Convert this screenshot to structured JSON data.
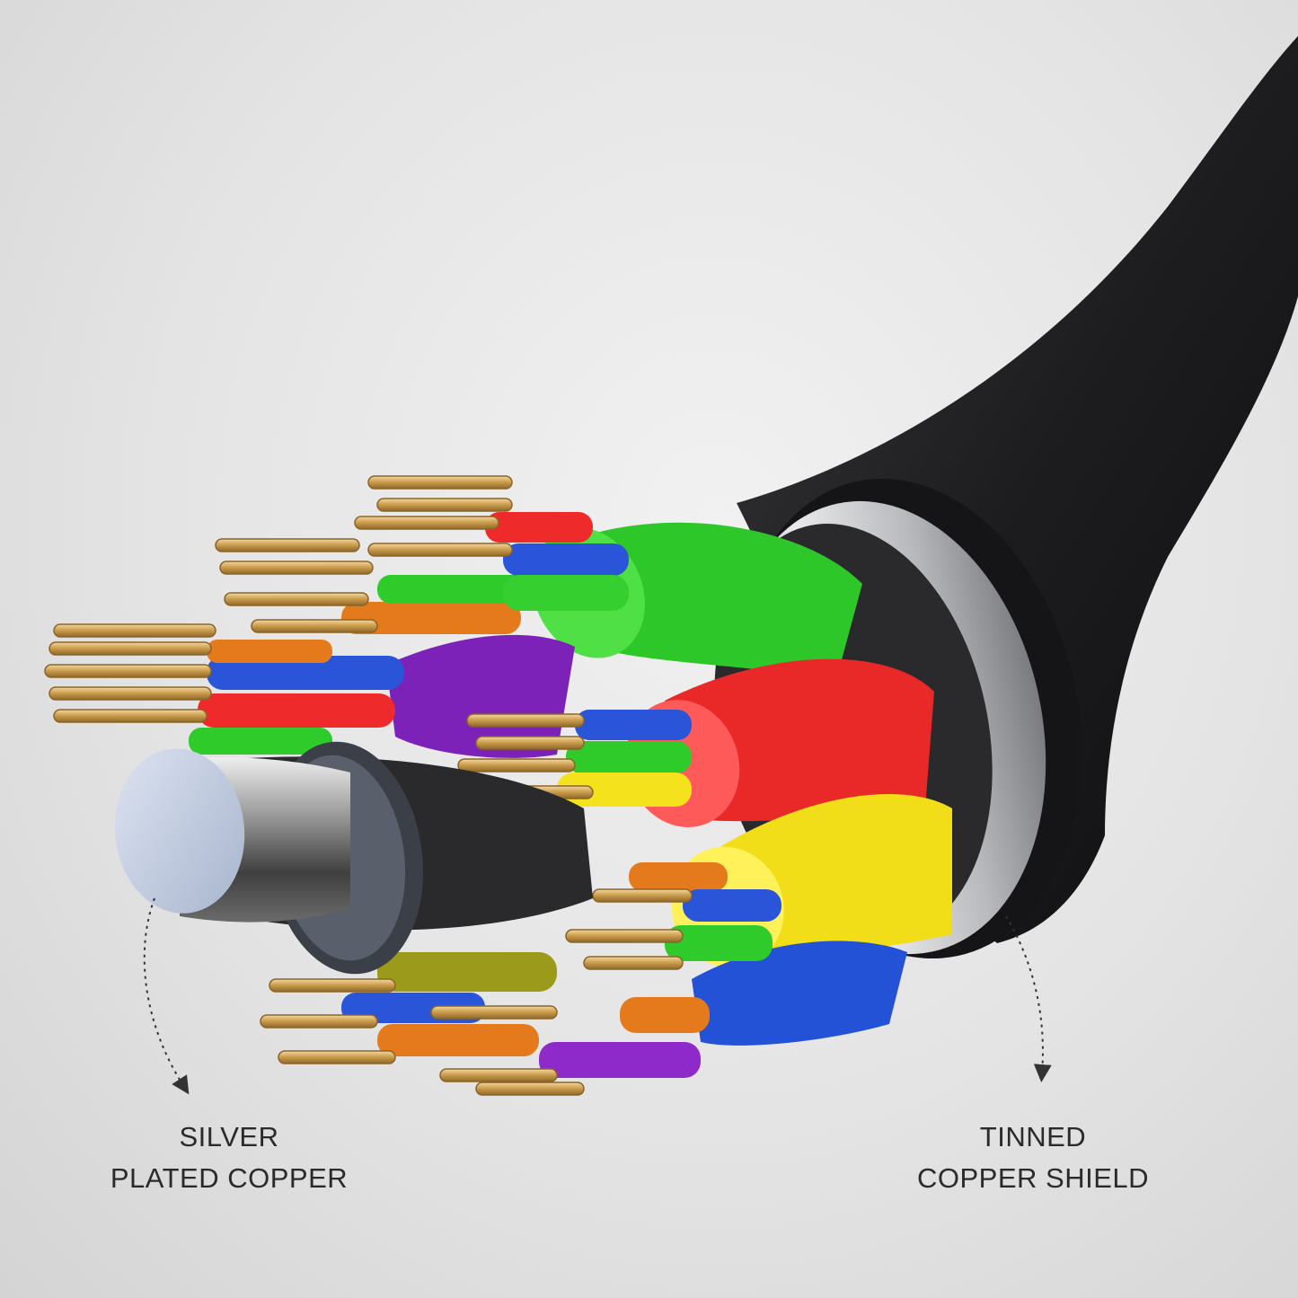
{
  "callouts": {
    "silver": {
      "line1": "SILVER",
      "line2": "PLATED COPPER"
    },
    "tinned": {
      "line1": "TINNED",
      "line2": "COPPER SHIELD"
    }
  },
  "colors": {
    "jacket": "#1f1f21",
    "shield": "#c9cacd",
    "pair_green": "#2ecb2a",
    "pair_red": "#ee2a2a",
    "pair_yellow": "#f3e21c",
    "pair_blue": "#2a55d9",
    "insulator_orange": "#e57a1c",
    "insulator_purple": "#8e2ac9",
    "conductor_copper": "#d6a85a",
    "coax_silver": "#bfc8d8"
  }
}
